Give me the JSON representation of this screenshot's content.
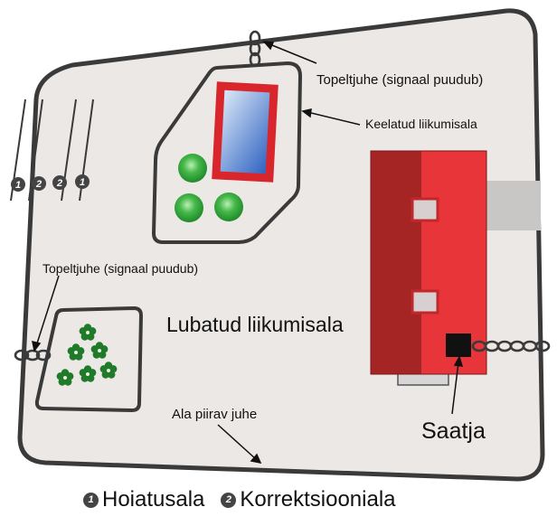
{
  "labels": {
    "double_wire_top": "Topeltjuhe (signaal puudub)",
    "forbidden_area": "Keelatud liikumisala",
    "double_wire_left": "Topeltjuhe (signaal puudub)",
    "allowed_area": "Lubatud liikumisala",
    "boundary_wire": "Ala piirav juhe",
    "sender": "Saatja"
  },
  "zone_markers": [
    "1",
    "2",
    "2",
    "1"
  ],
  "legend": [
    {
      "badge": "1",
      "label": "Hoiatusala"
    },
    {
      "badge": "2",
      "label": "Korrektsiooniala"
    }
  ],
  "colors": {
    "lawn": "#ece8e6",
    "border": "#3a3a3a",
    "house_dark": "#a52525",
    "house_light": "#e8353a",
    "window_frame": "#d8262c",
    "window_glass": "#4a7fd0",
    "shrub": "#2e9a3a",
    "flower": "#1f7a2a"
  }
}
